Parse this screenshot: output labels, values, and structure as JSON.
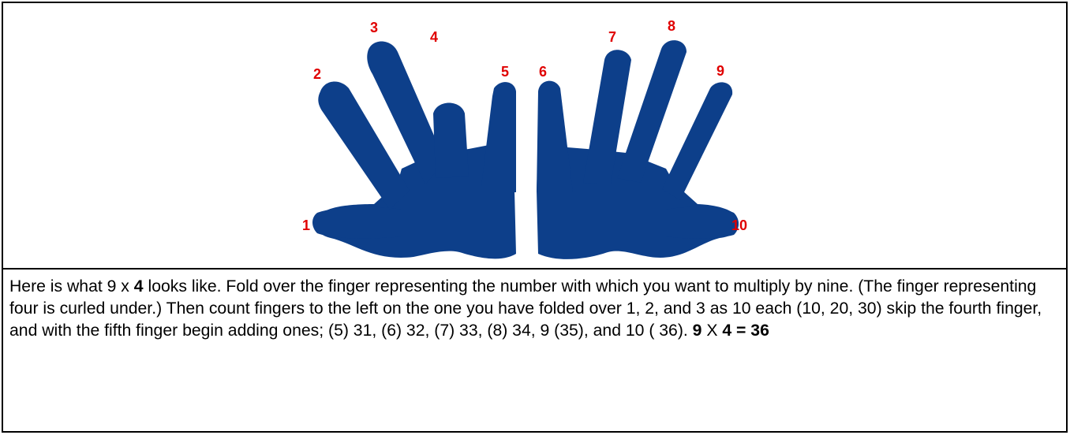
{
  "figure": {
    "finger_labels": [
      "1",
      "2",
      "3",
      "4",
      "5",
      "6",
      "7",
      "8",
      "9",
      "10"
    ],
    "hand_color": "#0d3f8a",
    "label_color": "#e00000"
  },
  "caption": {
    "intro_a": "Here is what 9 x ",
    "intro_b": "4",
    "body": " looks like.  Fold over the finger representing the number with which you want to multiply by nine. (The finger representing four is curled under.)  Then count fingers to the left on the one you have folded over 1, 2, and 3 as 10 each (10, 20, 30) skip the fourth finger, and with the fifth finger begin adding ones; (5) 31, (6) 32, (7) 33, (8) 34, 9 (35), and 10 ( 36).  ",
    "result_a": "9",
    "result_b": " X ",
    "result_c": "4 = 36"
  }
}
